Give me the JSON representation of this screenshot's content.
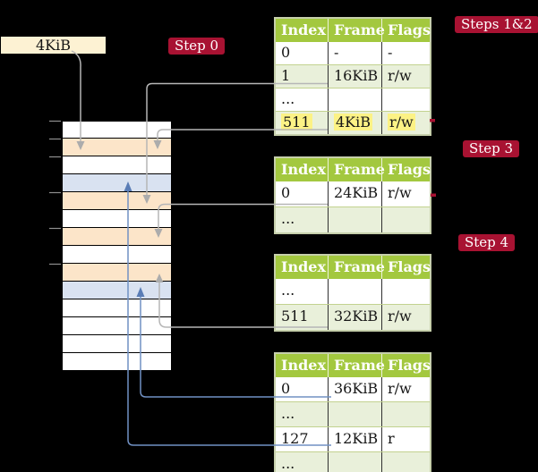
{
  "colors": {
    "background": "#000000",
    "badge_red": "#a81232",
    "table_header_green": "#a3c83f",
    "table_row_shade_green": "#e9f0da",
    "highlight_yellow": "#fcf285",
    "frame_box_cream": "#fdf2d3",
    "memory_pagetable_orange": "#fce5c9",
    "memory_data_blue": "#d9e2f1",
    "arrow_gray": "#b6b6b6",
    "arrow_blue": "#7191c4"
  },
  "labels": {
    "frame_box": "4KiB",
    "step0": "Step 0",
    "steps12": "Steps 1&2",
    "step3": "Step 3",
    "step4": "Step 4"
  },
  "memory": {
    "rows": [
      "free",
      "pagetable",
      "free",
      "data",
      "pagetable",
      "free",
      "pagetable",
      "free",
      "pagetable",
      "data",
      "free",
      "free",
      "free",
      "free"
    ]
  },
  "tables": [
    {
      "id": "page-table-steps-1-2",
      "headers": [
        "Index",
        "Frame",
        "Flags"
      ],
      "rows": [
        {
          "cells": [
            "0",
            "-",
            "-"
          ]
        },
        {
          "cells": [
            "1",
            "16KiB",
            "r/w"
          ]
        },
        {
          "cells": [
            "...",
            "",
            ""
          ]
        },
        {
          "cells": [
            "511",
            "4KiB",
            "r/w"
          ]
        }
      ]
    },
    {
      "id": "page-table-step-3",
      "headers": [
        "Index",
        "Frame",
        "Flags"
      ],
      "rows": [
        {
          "cells": [
            "0",
            "24KiB",
            "r/w"
          ]
        },
        {
          "cells": [
            "...",
            "",
            ""
          ]
        }
      ]
    },
    {
      "id": "page-table-step-4a",
      "headers": [
        "Index",
        "Frame",
        "Flags"
      ],
      "rows": [
        {
          "cells": [
            "...",
            "",
            ""
          ]
        },
        {
          "cells": [
            "511",
            "32KiB",
            "r/w"
          ]
        }
      ]
    },
    {
      "id": "page-table-step-4b",
      "headers": [
        "Index",
        "Frame",
        "Flags"
      ],
      "rows": [
        {
          "cells": [
            "0",
            "36KiB",
            "r/w"
          ]
        },
        {
          "cells": [
            "...",
            "",
            ""
          ]
        },
        {
          "cells": [
            "127",
            "12KiB",
            "r"
          ]
        },
        {
          "cells": [
            "...",
            "",
            ""
          ]
        }
      ]
    }
  ]
}
